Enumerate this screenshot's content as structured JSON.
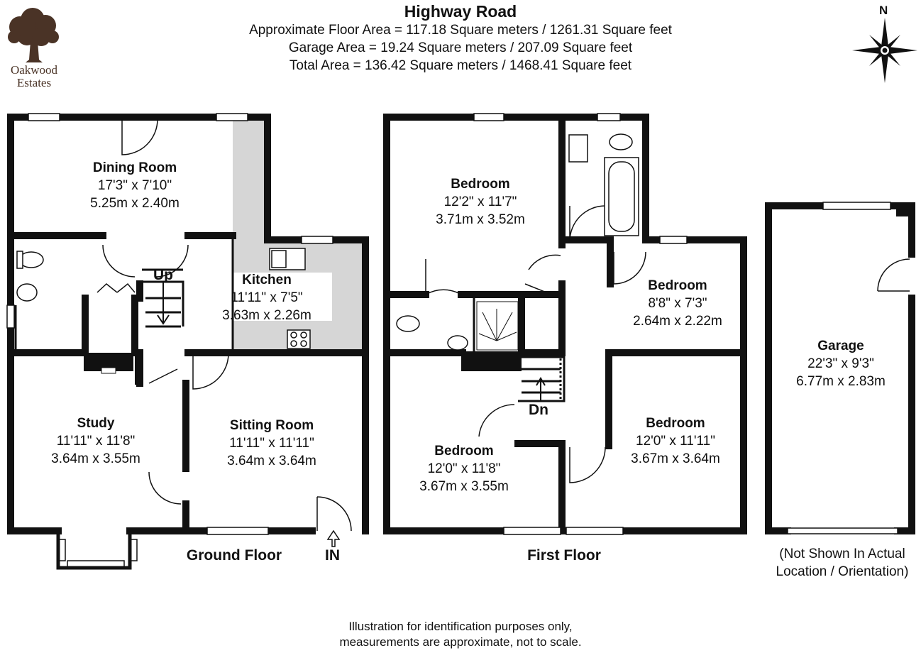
{
  "header": {
    "title": "Highway Road",
    "floor_area": "Approximate Floor Area = 117.18 Square meters / 1261.31 Square feet",
    "garage_area": "Garage Area = 19.24 Square meters / 207.09 Square feet",
    "total_area": "Total Area = 136.42 Square meters / 1468.41 Square feet"
  },
  "logo": {
    "line1": "Oakwood",
    "line2": "Estates",
    "icon": "oak-tree-icon",
    "color": "#4a3326"
  },
  "compass": {
    "label": "N",
    "icon": "compass-rose-icon"
  },
  "ground_floor": {
    "label": "Ground Floor",
    "entrance": "IN",
    "stairs": "Up",
    "rooms": [
      {
        "name": "Dining Room",
        "imperial": "17'3\" x 7'10\"",
        "metric": "5.25m x 2.40m"
      },
      {
        "name": "Kitchen",
        "imperial": "11'11\" x 7'5\"",
        "metric": "3.63m x 2.26m"
      },
      {
        "name": "Study",
        "imperial": "11'11\" x 11'8\"",
        "metric": "3.64m x 3.55m"
      },
      {
        "name": "Sitting Room",
        "imperial": "11'11\" x 11'11\"",
        "metric": "3.64m x 3.64m"
      }
    ]
  },
  "first_floor": {
    "label": "First Floor",
    "stairs": "Dn",
    "rooms": [
      {
        "name": "Bedroom",
        "imperial": "12'2\" x 11'7\"",
        "metric": "3.71m x 3.52m"
      },
      {
        "name": "Bedroom",
        "imperial": "8'8\" x 7'3\"",
        "metric": "2.64m x 2.22m"
      },
      {
        "name": "Bedroom",
        "imperial": "12'0\" x 11'8\"",
        "metric": "3.67m x 3.55m"
      },
      {
        "name": "Bedroom",
        "imperial": "12'0\" x 11'11\"",
        "metric": "3.67m x 3.64m"
      }
    ]
  },
  "garage": {
    "name": "Garage",
    "imperial": "22'3\" x 9'3\"",
    "metric": "6.77m x 2.83m",
    "note_line1": "(Not Shown In Actual",
    "note_line2": "Location / Orientation)"
  },
  "disclaimer": {
    "line1": "Illustration for identification purposes only,",
    "line2": "measurements are approximate, not to scale."
  },
  "colors": {
    "wall": "#111111",
    "kitchen_fill": "#d6d6d6",
    "logo": "#4a3326"
  }
}
